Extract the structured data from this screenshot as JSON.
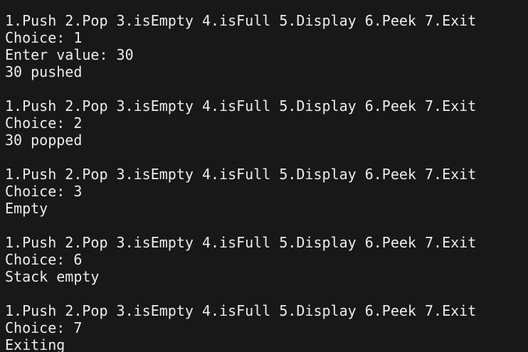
{
  "terminal": {
    "foreground": "#ededed",
    "background": "#181818",
    "lines": [
      "1.Push 2.Pop 3.isEmpty 4.isFull 5.Display 6.Peek 7.Exit",
      "Choice: 1",
      "Enter value: 30",
      "30 pushed",
      "",
      "1.Push 2.Pop 3.isEmpty 4.isFull 5.Display 6.Peek 7.Exit",
      "Choice: 2",
      "30 popped",
      "",
      "1.Push 2.Pop 3.isEmpty 4.isFull 5.Display 6.Peek 7.Exit",
      "Choice: 3",
      "Empty",
      "",
      "1.Push 2.Pop 3.isEmpty 4.isFull 5.Display 6.Peek 7.Exit",
      "Choice: 6",
      "Stack empty",
      "",
      "1.Push 2.Pop 3.isEmpty 4.isFull 5.Display 6.Peek 7.Exit",
      "Choice: 7",
      "Exiting"
    ]
  }
}
